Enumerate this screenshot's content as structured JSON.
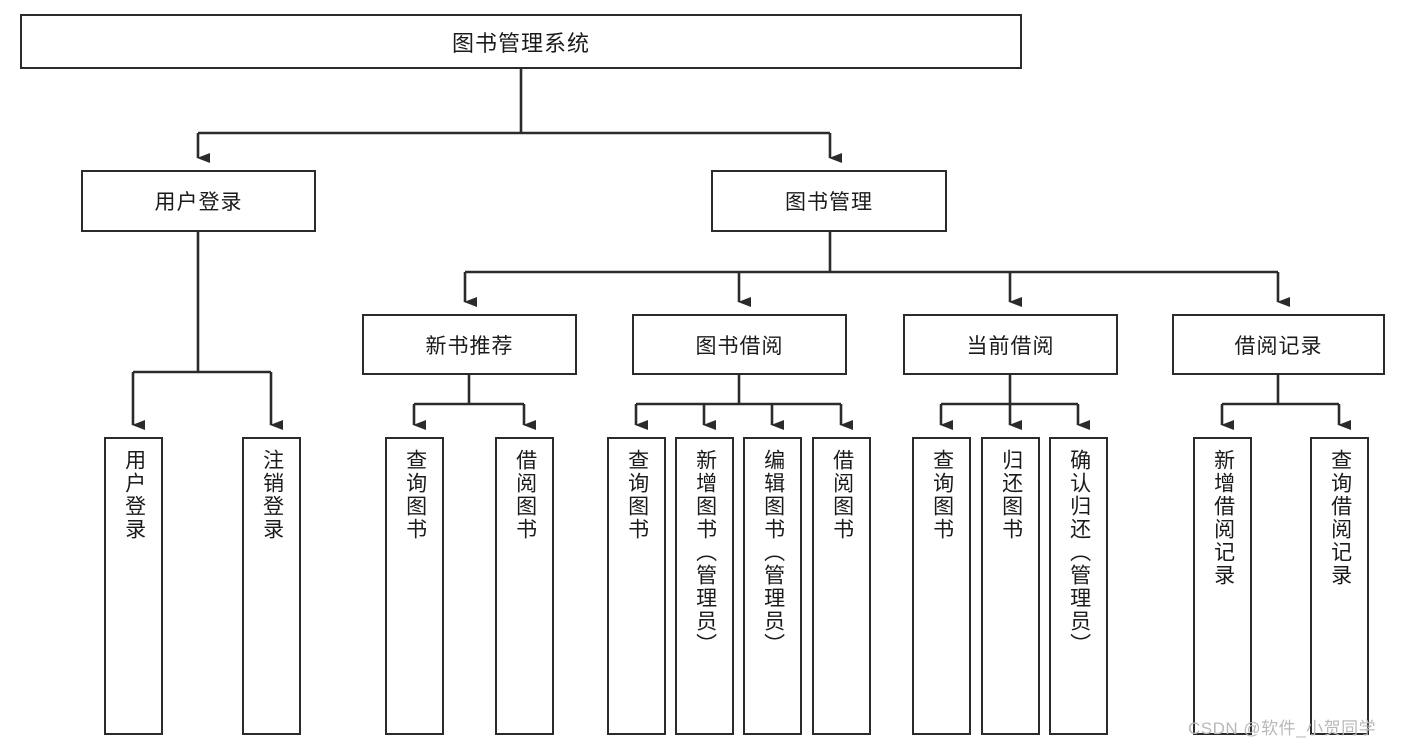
{
  "diagram": {
    "title": "图书管理系统",
    "type": "tree-hierarchy-diagram",
    "colors": {
      "box_border": "#2b2b2b",
      "box_fill": "#ffffff",
      "connector": "#2b2b2b",
      "watermark": "#b9b9b9",
      "background": "#ffffff"
    },
    "root": {
      "label": "图书管理系统"
    },
    "level2": [
      {
        "label": "用户登录"
      },
      {
        "label": "图书管理"
      }
    ],
    "level3": [
      {
        "label": "新书推荐"
      },
      {
        "label": "图书借阅"
      },
      {
        "label": "当前借阅"
      },
      {
        "label": "借阅记录"
      }
    ],
    "leaves": {
      "user_login": [
        {
          "label": "用户登录"
        },
        {
          "label": "注销登录"
        }
      ],
      "new_book_recommend": [
        {
          "label": "查询图书"
        },
        {
          "label": "借阅图书"
        }
      ],
      "book_borrow": [
        {
          "label": "查询图书"
        },
        {
          "label": "新增图书（管理员）"
        },
        {
          "label": "编辑图书（管理员）"
        },
        {
          "label": "借阅图书"
        }
      ],
      "current_borrow": [
        {
          "label": "查询图书"
        },
        {
          "label": "归还图书"
        },
        {
          "label": "确认归还（管理员）"
        }
      ],
      "borrow_record": [
        {
          "label": "新增借阅记录"
        },
        {
          "label": "查询借阅记录"
        }
      ]
    },
    "watermark": "CSDN @软件_小贺同学"
  }
}
